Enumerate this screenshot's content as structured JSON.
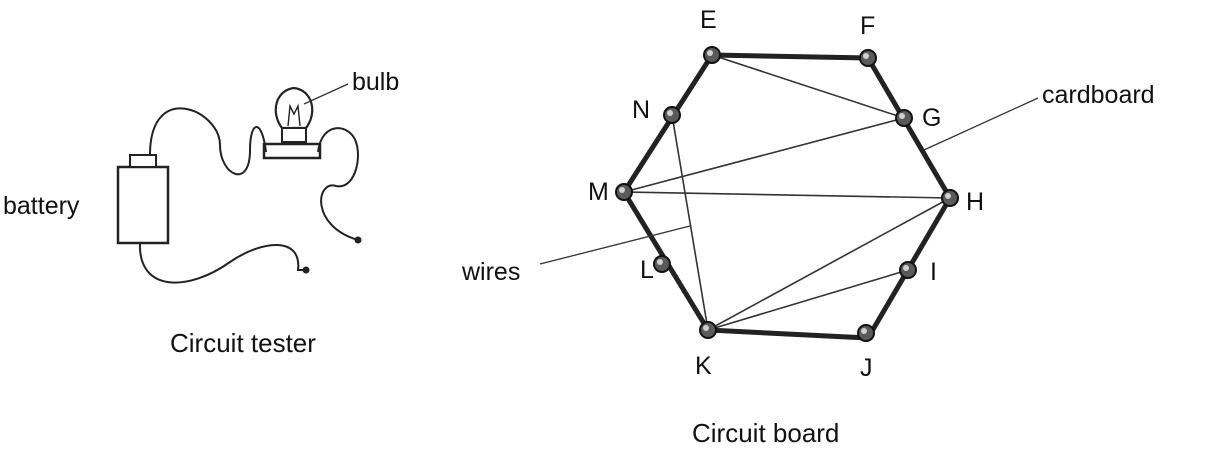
{
  "tester": {
    "caption": "Circuit tester",
    "battery_label": "battery",
    "bulb_label": "bulb"
  },
  "board": {
    "caption": "Circuit board",
    "cardboard_label": "cardboard",
    "wires_label": "wires",
    "nodes": {
      "E": "E",
      "F": "F",
      "G": "G",
      "H": "H",
      "I": "I",
      "J": "J",
      "K": "K",
      "L": "L",
      "M": "M",
      "N": "N"
    },
    "wire_pairs": [
      [
        "E",
        "G"
      ],
      [
        "M",
        "G"
      ],
      [
        "M",
        "H"
      ],
      [
        "N",
        "K"
      ],
      [
        "K",
        "H"
      ],
      [
        "K",
        "I"
      ]
    ]
  }
}
